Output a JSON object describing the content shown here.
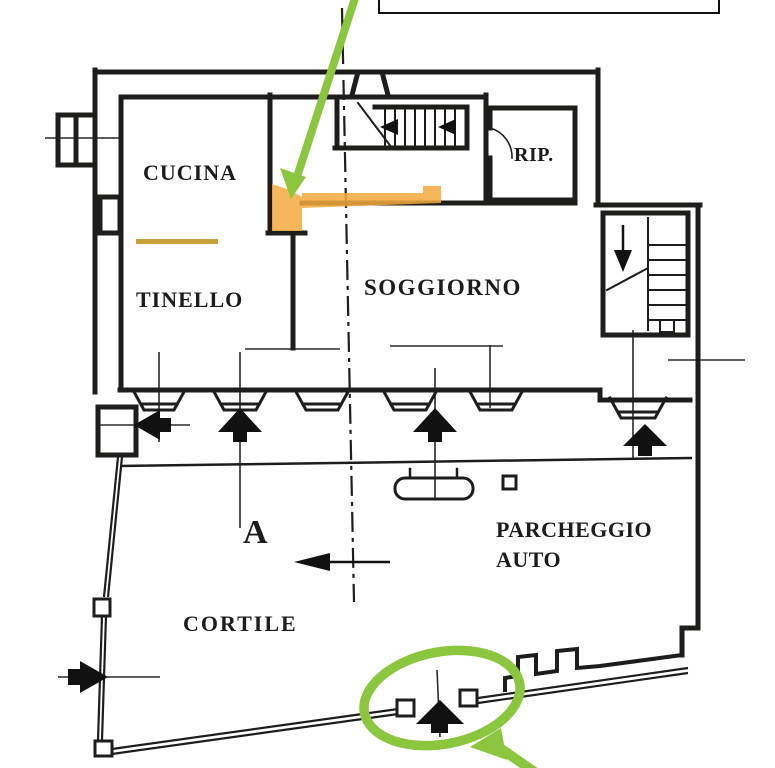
{
  "plan": {
    "type": "floor-plan",
    "labels": {
      "cucina": "CUCINA",
      "tinello": "TINELLO",
      "soggiorno": "SOGGIORNO",
      "rip": "RIP.",
      "parcheggio_line1": "PARCHEGGIO",
      "parcheggio_line2": "AUTO",
      "cortile": "CORTILE",
      "section_letter": "A"
    },
    "callout": {
      "text": ""
    },
    "colors": {
      "annotation_green": "#8cc63e",
      "highlight_orange": "#f4a93d",
      "highlight_gold": "#c9a03a",
      "ink": "#1d1d1b"
    }
  }
}
